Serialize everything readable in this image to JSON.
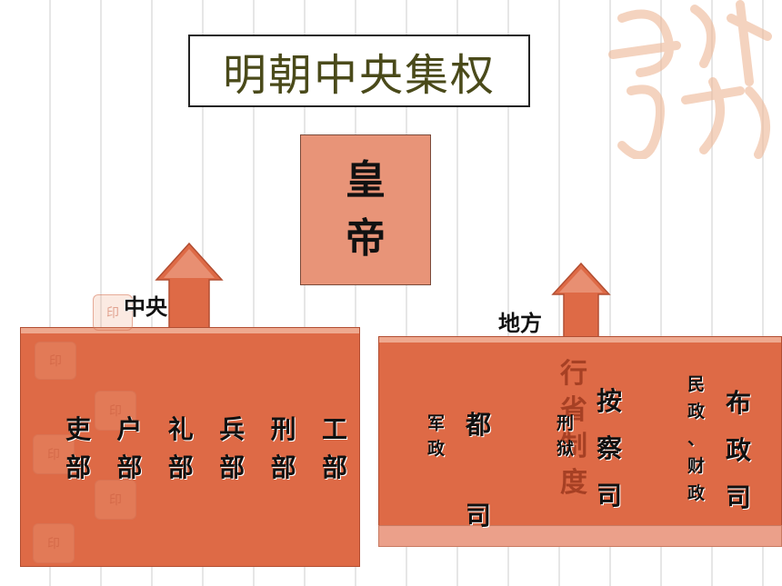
{
  "title": "明朝中央集权",
  "emperor": [
    "皇",
    "帝"
  ],
  "central": {
    "label": "中央",
    "ministries": [
      [
        "吏",
        "部"
      ],
      [
        "户",
        "部"
      ],
      [
        "礼",
        "部"
      ],
      [
        "兵",
        "部"
      ],
      [
        "刑",
        "部"
      ],
      [
        "工",
        "部"
      ]
    ]
  },
  "local": {
    "label": "地方",
    "overlay": [
      "行",
      "省",
      "制",
      "度"
    ],
    "offices": [
      {
        "duty": [
          "军",
          "政"
        ],
        "name": [
          "都",
          "司"
        ]
      },
      {
        "duty": [
          "刑",
          "狱"
        ],
        "name": [
          "按",
          "察",
          "司"
        ]
      },
      {
        "duty": [
          "民",
          "政",
          "、",
          "财",
          "政"
        ],
        "name": [
          "布",
          "政",
          "司"
        ]
      }
    ]
  },
  "colors": {
    "panel": "#de6a46",
    "panel_light": "#eea98f",
    "emperor_box": "#e89478",
    "title_text": "#4a4a1a",
    "decoration": "#e8aa82"
  }
}
